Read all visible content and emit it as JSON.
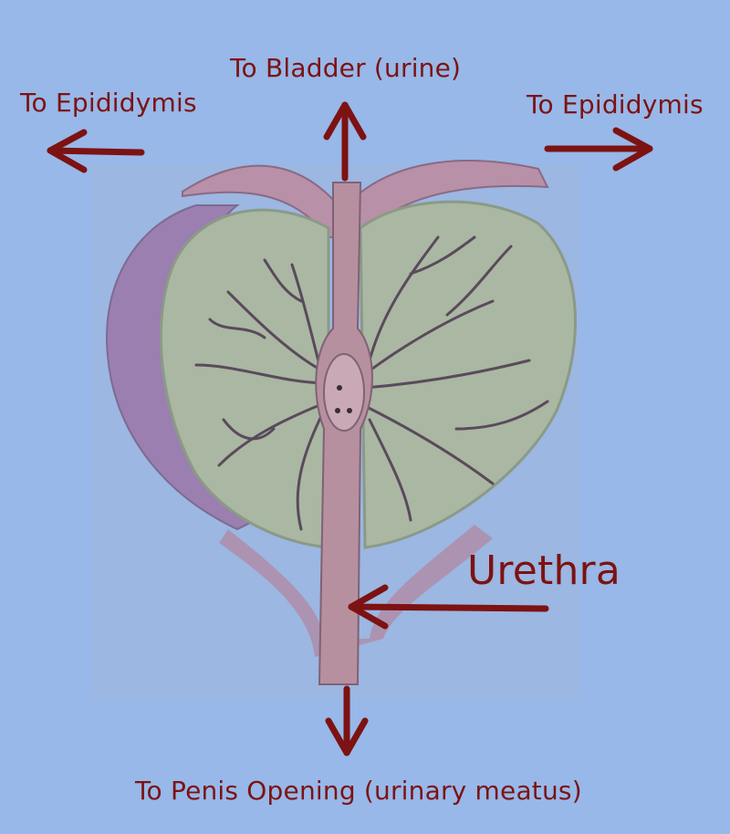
{
  "labels": {
    "to_bladder": "To Bladder (urine)",
    "to_epididymis_left": "To Epididymis",
    "to_epididymis_right": "To Epididymis",
    "urethra": "Urethra",
    "to_penis_opening": "To Penis Opening (urinary meatus)"
  },
  "colors": {
    "background": "#97b8e8",
    "arrow": "#7d1212",
    "gland_tissue": "#a9b6a3",
    "capsule": "#9a7fa8",
    "ducts": "#5a4a5c"
  }
}
